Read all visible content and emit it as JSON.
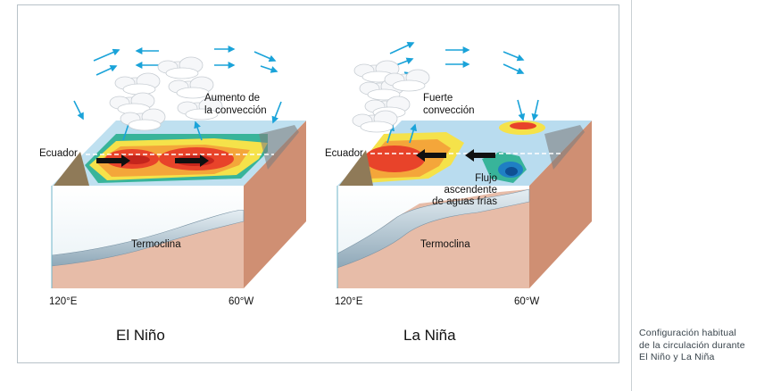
{
  "panels": [
    {
      "title": "El Niño",
      "equator_label": "Ecuador",
      "annotation": [
        "Aumento de",
        "la convección"
      ],
      "thermocline_label": "Termoclina",
      "lon_left": "120°E",
      "lon_right": "60°W"
    },
    {
      "title": "La Niña",
      "equator_label": "Ecuador",
      "annotation": [
        "Fuerte",
        "convección"
      ],
      "upwelling": [
        "Flujo",
        "ascendente",
        "de aguas frías"
      ],
      "thermocline_label": "Termoclina",
      "lon_left": "120°E",
      "lon_right": "60°W"
    }
  ],
  "caption": [
    "Configuración habitual",
    "de la circulación durante",
    "El Niño y La Niña"
  ],
  "colors": {
    "arrow": "#1aa3d9",
    "warm_water": "#e8432a",
    "cool_water": "#b9dcef",
    "crust": "#e7bca8",
    "side_face": "#cf8f73"
  }
}
